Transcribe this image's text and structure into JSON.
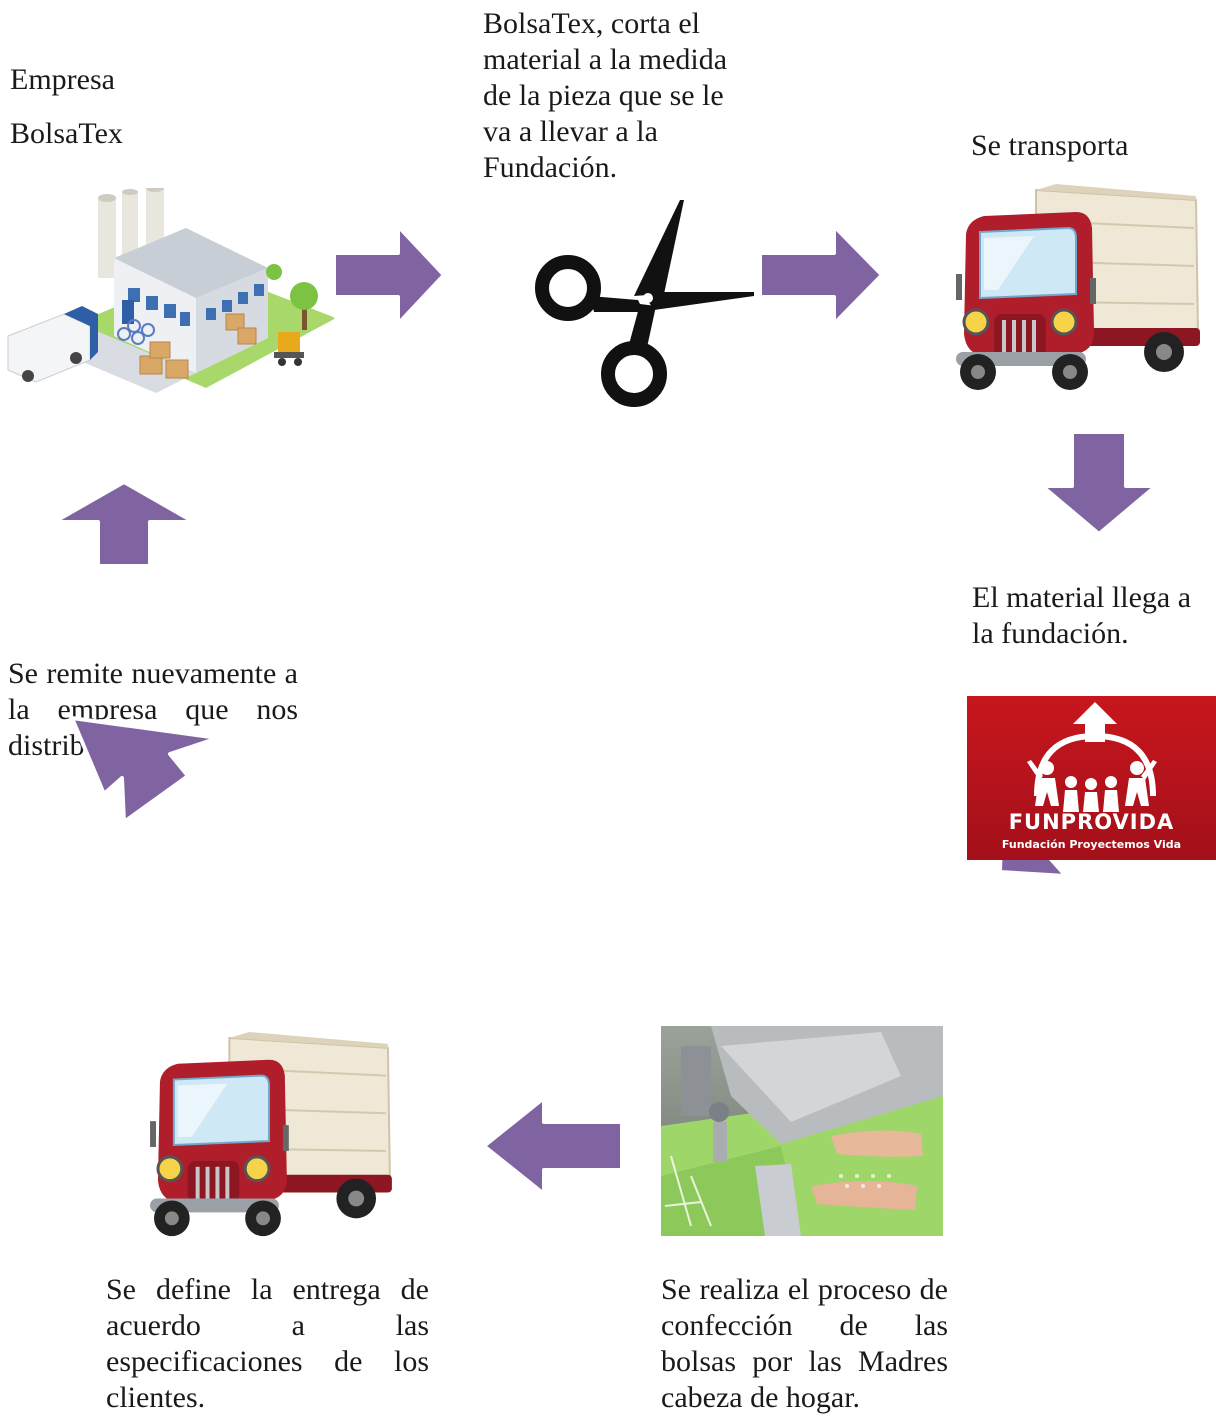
{
  "steps": {
    "company_line1": "Empresa",
    "company_line2": "BolsaTex",
    "cut": "BolsaTex, corta el material a la medida de la pieza que se le va a llevar a la Fundación.",
    "transport": "Se transporta",
    "arrival": "El material llega a la fundación.",
    "sewing": "Se realiza el proceso de confección de las bolsas por las Madres cabeza de hogar.",
    "delivery": "Se define la entrega de acuerdo a las especificaciones de los clientes.",
    "return": "Se remite nuevamente a la empresa que nos distribuye."
  },
  "logo": {
    "name": "FUNPROVIDA",
    "tagline": "Fundación Proyectemos Vida"
  },
  "colors": {
    "arrow_fill": "#8064a2",
    "arrow_stroke": "#ffffff",
    "logo_red": "#c8161d",
    "truck_red": "#b01d2b"
  },
  "icons": [
    "factory-illustration",
    "scissors-icon",
    "truck-illustration",
    "funprovida-logo",
    "sewing-photo"
  ]
}
